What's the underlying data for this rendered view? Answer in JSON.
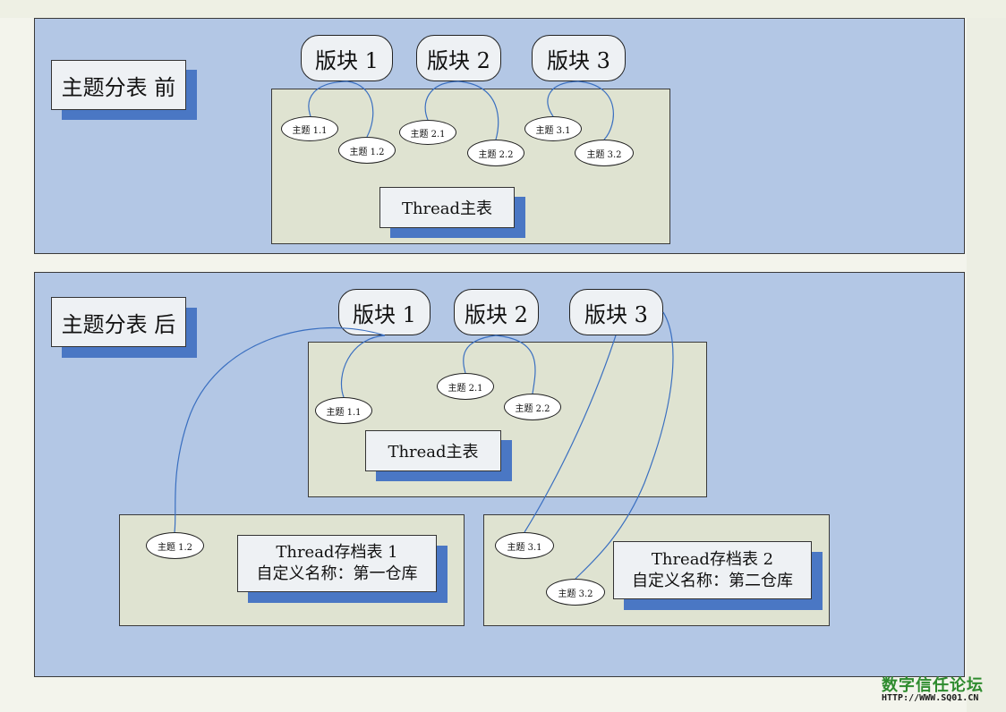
{
  "top_section": {
    "title": "主题分表 前",
    "boards": [
      "版块 1",
      "版块 2",
      "版块 3"
    ],
    "topics": [
      "主题 1.1",
      "主题 1.2",
      "主题 2.1",
      "主题 2.2",
      "主题 3.1",
      "主题 3.2"
    ],
    "main_table": "Thread主表"
  },
  "bottom_section": {
    "title": "主题分表 后",
    "boards": [
      "版块 1",
      "版块 2",
      "版块 3"
    ],
    "topics_main": [
      "主题 1.1",
      "主题 2.1",
      "主题 2.2"
    ],
    "main_table": "Thread主表",
    "archive1": {
      "topic": "主题 1.2",
      "title": "Thread存档表 1",
      "name": "自定义名称：第一仓库"
    },
    "archive2": {
      "topics": [
        "主题 3.1",
        "主题 3.2"
      ],
      "title": "Thread存档表 2",
      "name": "自定义名称：第二仓库"
    }
  },
  "watermark": {
    "name": "数字信任论坛",
    "url": "HTTP://WWW.SQ01.CN"
  },
  "colors": {
    "panel": "#b3c7e5",
    "inner": "#dfe3d1",
    "shadow": "#4a77c4",
    "connector": "#3a6fc0",
    "watermark": "#2e8b2e"
  }
}
